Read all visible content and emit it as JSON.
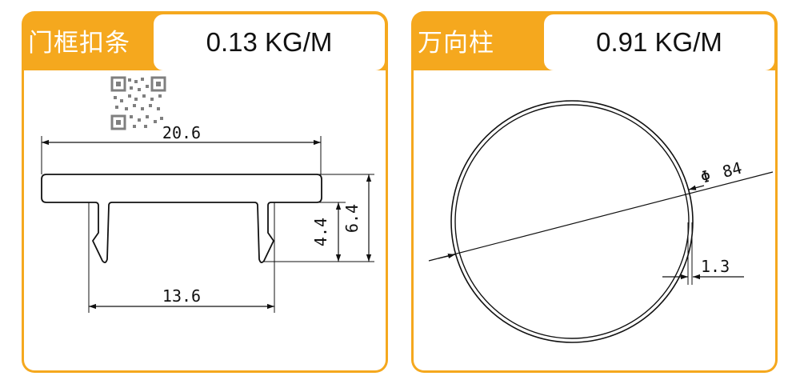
{
  "left_card": {
    "title": "门框扣条",
    "weight": "0.13 KG/M",
    "dims": {
      "overall_width": "20.6",
      "leg_spacing": "13.6",
      "leg_height": "4.4",
      "total_height": "6.4"
    }
  },
  "right_card": {
    "title": "万向柱",
    "weight": "0.91 KG/M",
    "dims": {
      "diameter_symbol": "Φ",
      "diameter": "84",
      "wall_thickness": "1.3"
    }
  },
  "colors": {
    "accent": "#f5a81e",
    "line": "#111111",
    "background": "#ffffff"
  }
}
